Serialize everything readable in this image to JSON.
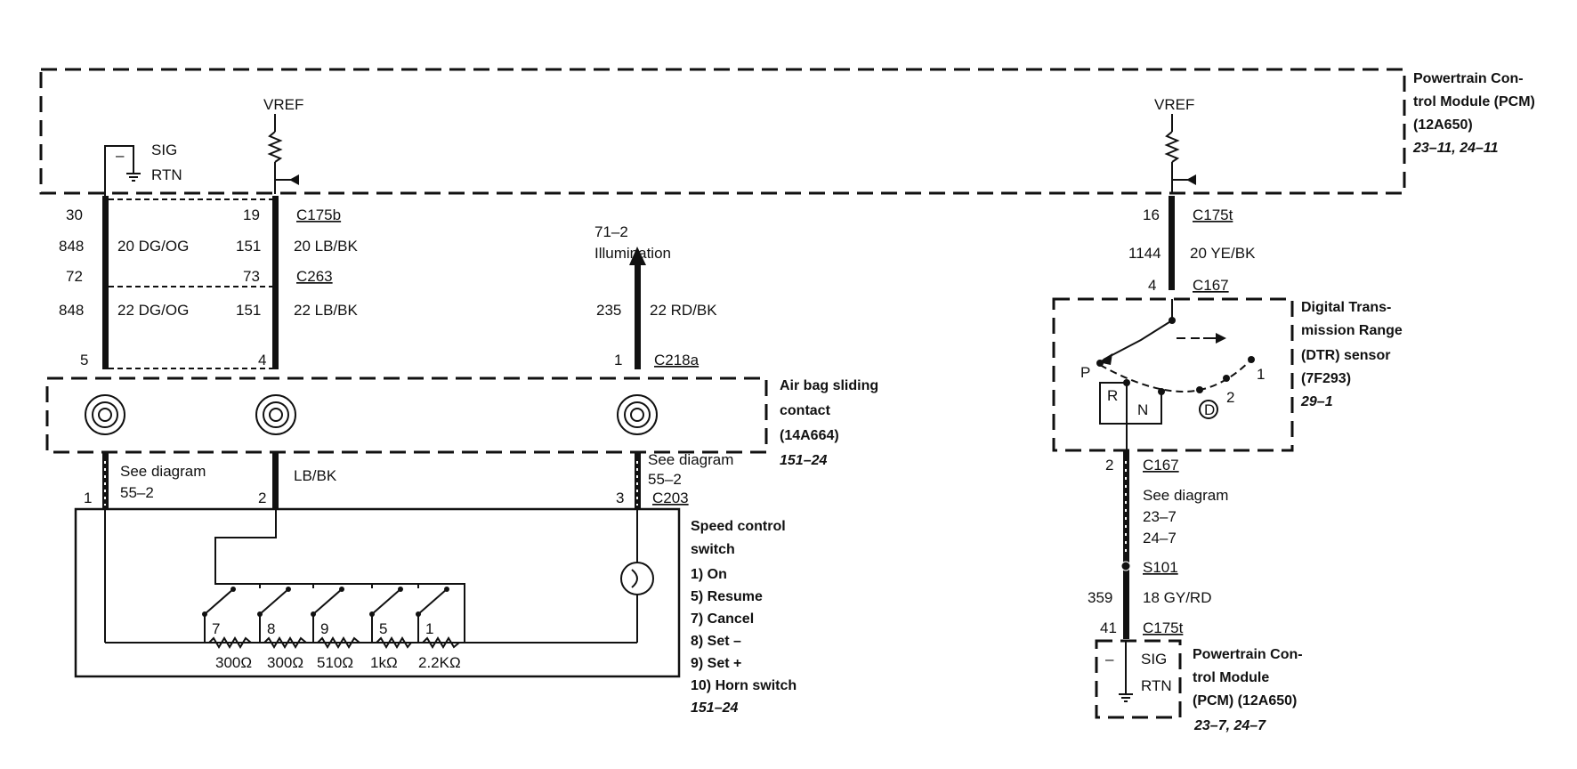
{
  "pcm_top": {
    "title_lines": [
      "Powertrain Con-",
      "trol Module (PCM)",
      "(12A650)"
    ],
    "ref": "23–11, 24–11",
    "vref_left": "VREF",
    "vref_right": "VREF",
    "sig_minus": "–",
    "sig": "SIG",
    "rtn": "RTN"
  },
  "wires_left": {
    "pin_30": "30",
    "pin_19": "19",
    "conn_c175b": "C175b",
    "ckt_848a": "848",
    "wire_848a": "20 DG/OG",
    "ckt_151a": "151",
    "wire_151a": "20 LB/BK",
    "pin_72": "72",
    "pin_73": "73",
    "conn_c263": "C263",
    "ckt_848b": "848",
    "wire_848b": "22 DG/OG",
    "ckt_151b": "151",
    "wire_151b": "22 LB/BK",
    "pin_5": "5",
    "pin_4": "4"
  },
  "illumination": {
    "ref": "71–2",
    "label": "Illumination",
    "ckt": "235",
    "wire": "22 RD/BK",
    "pin": "1",
    "conn": "C218a"
  },
  "air_bag": {
    "title_lines": [
      "Air bag sliding",
      "contact",
      "(14A664)"
    ],
    "ref": "151–24",
    "see_left": "See diagram",
    "see_left_ref": "55–2",
    "mid_wire": "LB/BK",
    "see_right": "See diagram",
    "see_right_ref": "55–2",
    "pin_1": "1",
    "pin_2": "2",
    "pin_3": "3",
    "conn_c203": "C203"
  },
  "speed_switch": {
    "title_lines": [
      "Speed control",
      "switch"
    ],
    "items": [
      "1)  On",
      "5)  Resume",
      "7)  Cancel",
      "8)  Set –",
      "9)  Set +",
      "10) Horn switch"
    ],
    "ref": "151–24",
    "switch_numbers": [
      "7",
      "8",
      "9",
      "5",
      "1"
    ],
    "resistors": [
      "300Ω",
      "300Ω",
      "510Ω",
      "1kΩ",
      "2.2KΩ"
    ]
  },
  "dtr_wiring": {
    "pin_16": "16",
    "conn_c175t": "C175t",
    "ckt_1144": "1144",
    "wire_1144": "20 YE/BK",
    "pin_4": "4",
    "conn_c167": "C167"
  },
  "dtr_sensor": {
    "title_lines": [
      "Digital Trans-",
      "mission Range",
      "(DTR) sensor",
      "(7F293)"
    ],
    "ref": "29–1",
    "pos_p": "P",
    "pos_r": "R",
    "pos_n": "N",
    "pos_d": "D",
    "pos_2": "2",
    "pos_1": "1"
  },
  "dtr_lower": {
    "pin_2": "2",
    "conn_c167": "C167",
    "see": "See diagram",
    "see_ref1": "23–7",
    "see_ref2": "24–7",
    "splice": "S101",
    "ckt_359": "359",
    "wire_359": "18 GY/RD",
    "pin_41": "41",
    "conn_c175t": "C175t"
  },
  "pcm_bottom": {
    "title_lines": [
      "Powertrain Con-",
      "trol Module",
      "(PCM) (12A650)"
    ],
    "ref": "23–7, 24–7",
    "sig_minus": "–",
    "sig": "SIG",
    "rtn": "RTN"
  }
}
